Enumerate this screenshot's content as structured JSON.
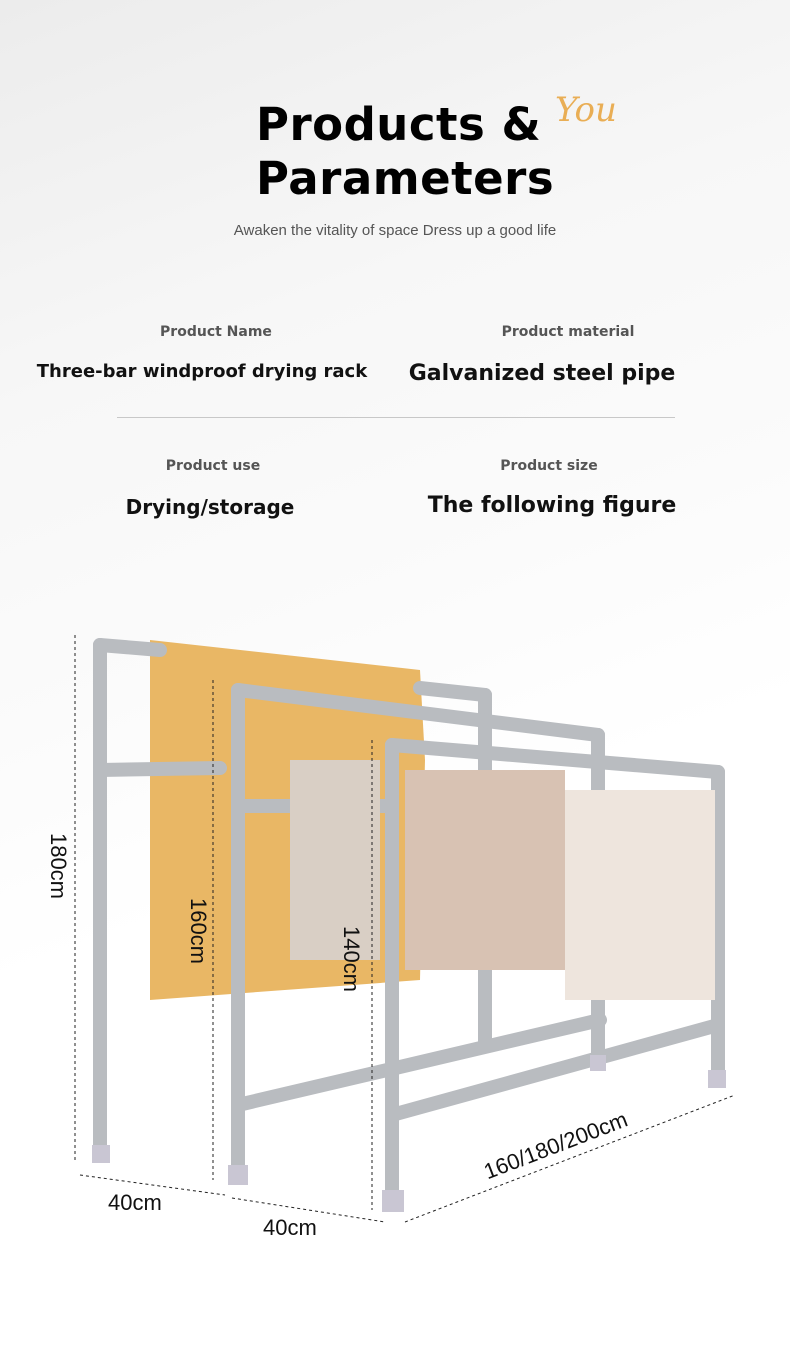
{
  "header": {
    "title_line1": "Products &",
    "title_line2": "Parameters",
    "logo_text": "You",
    "subtitle": "Awaken the vitality of space Dress up a good life"
  },
  "params": [
    {
      "label": "Product Name",
      "value": "Three-bar windproof drying rack"
    },
    {
      "label": "Product material",
      "value": "Galvanized steel pipe"
    },
    {
      "label": "Product use",
      "value": "Drying/storage"
    },
    {
      "label": "Product size",
      "value": "The following figure"
    }
  ],
  "dimensions": {
    "height_back": "180cm",
    "height_middle": "160cm",
    "height_front": "140cm",
    "depth_1": "40cm",
    "depth_2": "40cm",
    "length": "160/180/200cm"
  },
  "colors": {
    "pipe": "#b9bcc0",
    "blanket": "#e9b765",
    "accent": "#e8a23a"
  }
}
